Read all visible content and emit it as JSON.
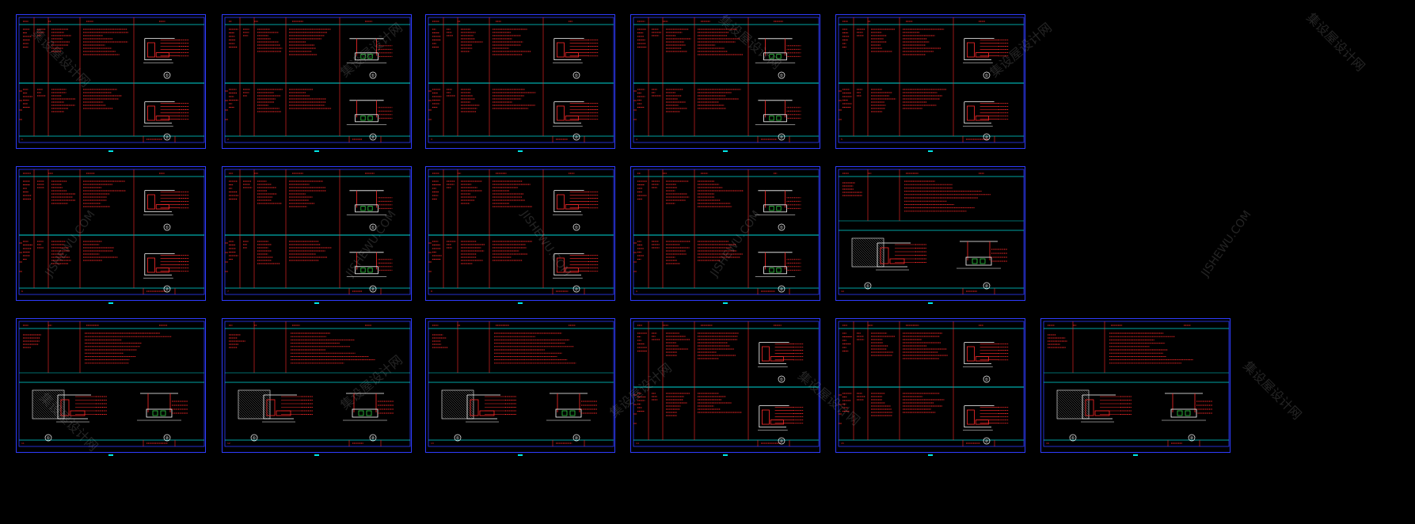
{
  "viewer": {
    "background": "#000000",
    "sheet_border_color": "#2f3cff",
    "divider_color": "#00d8d8",
    "text_color": "#ff2a2a",
    "detail_color": "#ffffff",
    "watermark_text_cn": "集设屋设计网",
    "watermark_text_en": "JISHEWU.COM"
  },
  "rows": [
    {
      "sheets": [
        {
          "tb": "1",
          "variant": "A",
          "mark_top": "①",
          "mark_bottom": "②"
        },
        {
          "tb": "2",
          "variant": "B",
          "mark_top": "①",
          "mark_bottom": "②"
        },
        {
          "tb": "3",
          "variant": "A",
          "mark_top": "①",
          "mark_bottom": "②"
        },
        {
          "tb": "4",
          "variant": "B",
          "mark_top": "①",
          "mark_bottom": "②"
        },
        {
          "tb": "5",
          "variant": "A",
          "mark_top": "①",
          "mark_bottom": "②"
        }
      ]
    },
    {
      "sheets": [
        {
          "tb": "6",
          "variant": "A",
          "mark_top": "①",
          "mark_bottom": "②"
        },
        {
          "tb": "7",
          "variant": "B",
          "mark_top": "①",
          "mark_bottom": "②"
        },
        {
          "tb": "8",
          "variant": "A",
          "mark_top": "①",
          "mark_bottom": "②"
        },
        {
          "tb": "9",
          "variant": "B",
          "mark_top": "①",
          "mark_bottom": "②"
        },
        {
          "tb": "10",
          "variant": "C",
          "mark_top": "①",
          "mark_bottom": "②"
        }
      ]
    },
    {
      "sheets": [
        {
          "tb": "11",
          "variant": "C",
          "mark_top": "①",
          "mark_bottom": "②"
        },
        {
          "tb": "12",
          "variant": "C",
          "mark_top": "①",
          "mark_bottom": "②"
        },
        {
          "tb": "13",
          "variant": "C",
          "mark_top": "①",
          "mark_bottom": "②"
        },
        {
          "tb": "14",
          "variant": "A",
          "mark_top": "①",
          "mark_bottom": "②"
        },
        {
          "tb": "15",
          "variant": "A",
          "mark_top": "①",
          "mark_bottom": "②"
        },
        {
          "tb": "16",
          "variant": "C",
          "mark_top": "①",
          "mark_bottom": "②"
        }
      ]
    }
  ]
}
